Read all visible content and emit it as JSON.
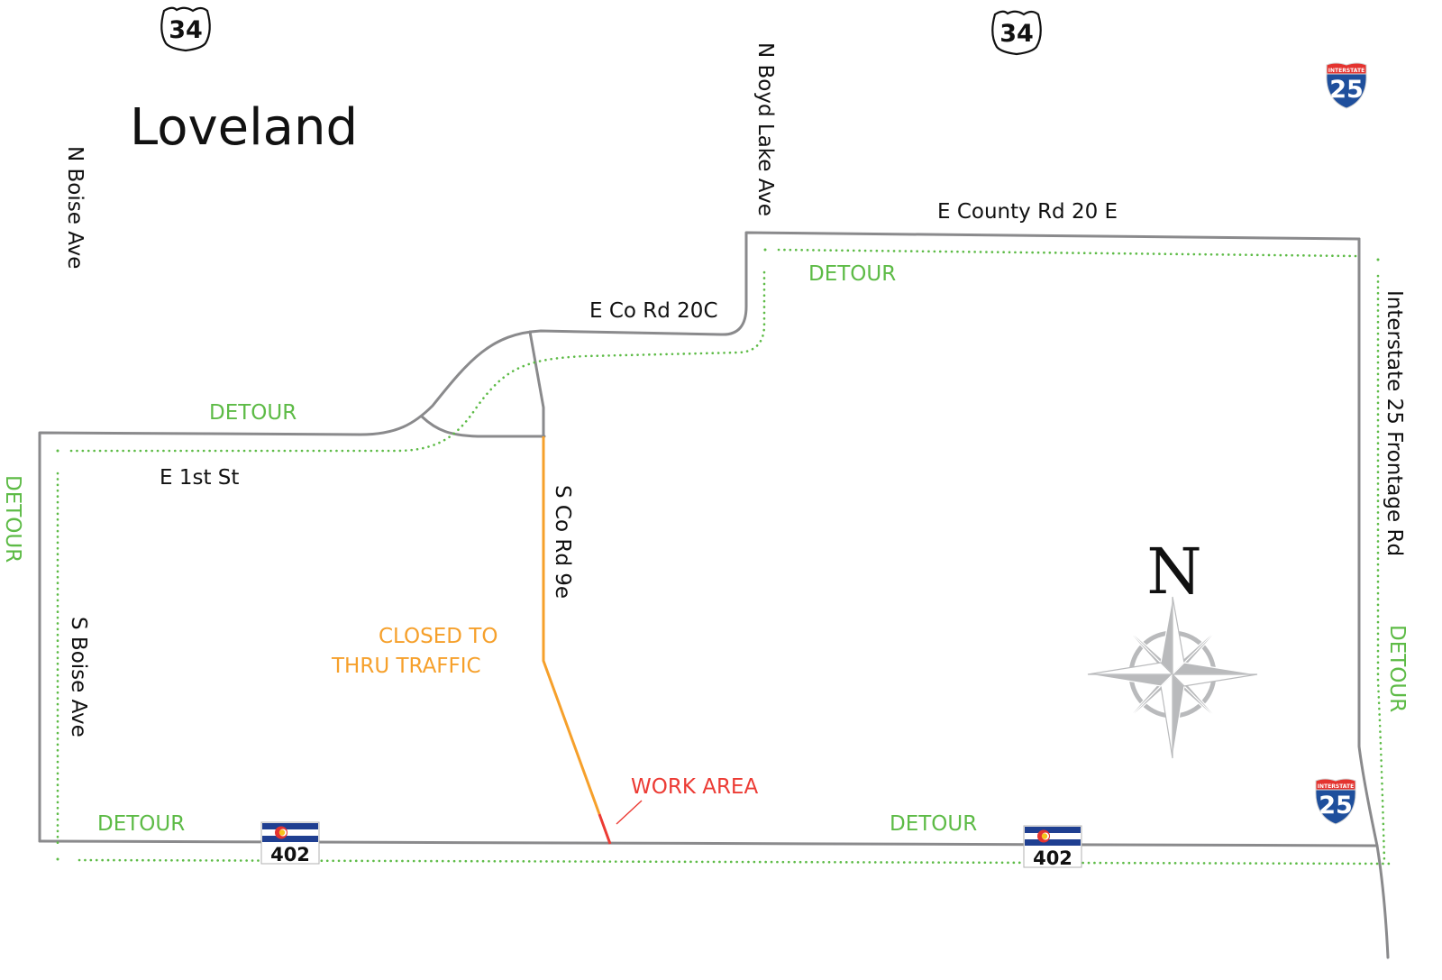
{
  "map": {
    "title": "Loveland",
    "city_label": "Loveland",
    "colors": {
      "road": "#8a8a8c",
      "detour": "#5dbb46",
      "closed": "#f6a02b",
      "work_area": "#ec3b34",
      "compass": "#b9babc",
      "interstate_blue": "#1f4f9c",
      "interstate_red": "#e4332f",
      "colorado_blue": "#1f3f91",
      "colorado_red": "#e4332f",
      "colorado_gold": "#f6c51b"
    },
    "street_labels": {
      "n_boise": "N Boise Ave",
      "s_boise": "S Boise Ave",
      "n_boyd": "N Boyd Lake Ave",
      "cr20e": "E County Rd 20 E",
      "cr20c": "E Co Rd 20C",
      "e_1st": "E 1st St",
      "s_cr9e": "S Co Rd 9e",
      "i25_frontage": "Interstate 25 Frontage Rd"
    },
    "detour_labels": {
      "top": "DETOUR",
      "mid_left": "DETOUR",
      "left_vertical": "DETOUR",
      "bottom_left": "DETOUR",
      "bottom_right": "DETOUR",
      "right_vertical": "DETOUR"
    },
    "status_labels": {
      "closed_line1": "CLOSED TO",
      "closed_line2": "THRU TRAFFIC",
      "work_area": "WORK AREA"
    },
    "shields": {
      "us34_left": "34",
      "us34_right": "34",
      "i25_top": "25",
      "i25_bottom": "25",
      "interstate_word": "INTERSTATE",
      "co402_left": "402",
      "co402_right": "402"
    },
    "compass": {
      "north_label": "N",
      "icon": "compass-rose-icon"
    }
  }
}
